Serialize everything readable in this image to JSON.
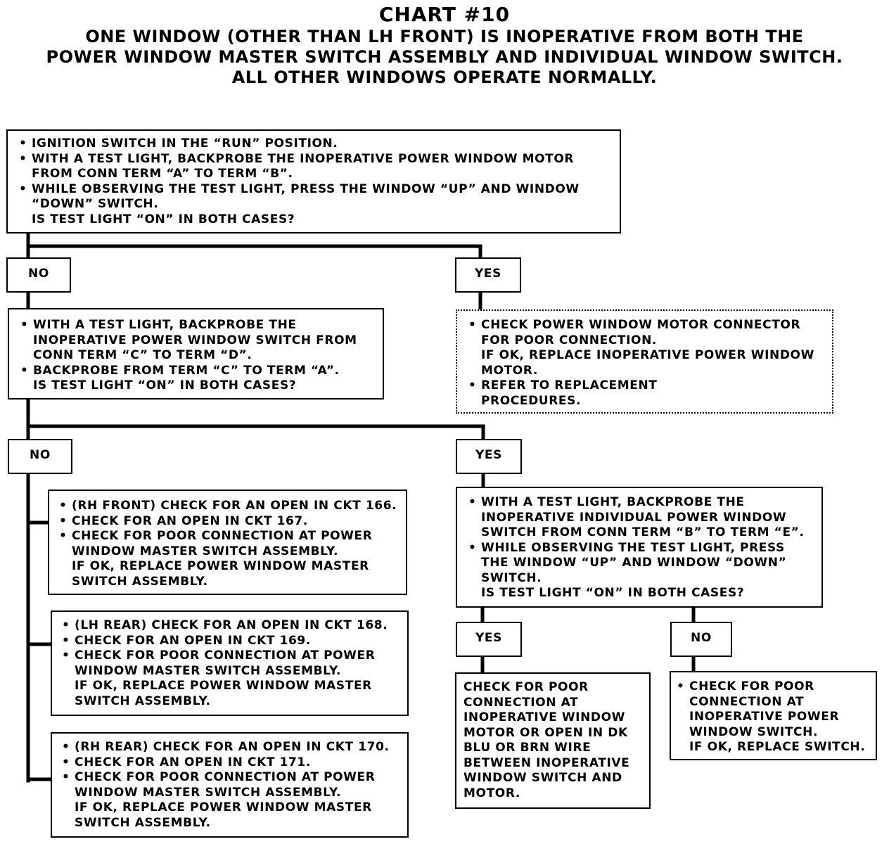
{
  "header": {
    "chart_no": "CHART #10",
    "subtitle_lines": [
      "ONE WINDOW (OTHER THAN LH FRONT) IS INOPERATIVE FROM BOTH THE",
      "POWER WINDOW MASTER SWITCH ASSEMBLY AND INDIVIDUAL WINDOW SWITCH.",
      "ALL OTHER WINDOWS OPERATE NORMALLY."
    ]
  },
  "bullet": "•",
  "labels": {
    "no": "NO",
    "yes": "YES"
  },
  "step1": {
    "lines": [
      {
        "b": true,
        "t": "IGNITION SWITCH IN THE “RUN” POSITION."
      },
      {
        "b": true,
        "t": "WITH A TEST LIGHT, BACKPROBE THE INOPERATIVE POWER WINDOW MOTOR"
      },
      {
        "b": false,
        "t": "FROM CONN TERM “A” TO TERM “B”."
      },
      {
        "b": true,
        "t": "WHILE OBSERVING THE TEST LIGHT, PRESS THE WINDOW “UP” AND WINDOW"
      },
      {
        "b": false,
        "t": "“DOWN” SWITCH."
      },
      {
        "b": false,
        "t": "IS TEST LIGHT “ON” IN BOTH CASES?"
      }
    ]
  },
  "step2": {
    "lines": [
      {
        "b": true,
        "t": "WITH A TEST LIGHT, BACKPROBE THE"
      },
      {
        "b": false,
        "t": "INOPERATIVE POWER WINDOW SWITCH FROM"
      },
      {
        "b": false,
        "t": "CONN TERM “C” TO TERM “D”."
      },
      {
        "b": true,
        "t": "BACKPROBE FROM TERM “C” TO TERM “A”."
      },
      {
        "b": false,
        "t": "IS TEST LIGHT “ON” IN BOTH CASES?"
      }
    ]
  },
  "motor_check": {
    "lines": [
      {
        "b": true,
        "t": "CHECK POWER WINDOW MOTOR CONNECTOR"
      },
      {
        "b": false,
        "t": "FOR POOR CONNECTION."
      },
      {
        "b": false,
        "t": "IF OK, REPLACE INOPERATIVE POWER WINDOW"
      },
      {
        "b": false,
        "t": "MOTOR."
      },
      {
        "b": true,
        "t": "REFER TO REPLACEMENT"
      },
      {
        "b": false,
        "t": "PROCEDURES."
      }
    ]
  },
  "rh_front": {
    "lines": [
      {
        "b": true,
        "t": "(RH FRONT) CHECK FOR AN OPEN IN CKT 166."
      },
      {
        "b": true,
        "t": "CHECK FOR AN OPEN IN CKT 167."
      },
      {
        "b": true,
        "t": "CHECK FOR POOR CONNECTION AT POWER"
      },
      {
        "b": false,
        "t": "WINDOW MASTER SWITCH ASSEMBLY."
      },
      {
        "b": false,
        "t": "IF OK, REPLACE POWER WINDOW MASTER"
      },
      {
        "b": false,
        "t": "SWITCH ASSEMBLY."
      }
    ]
  },
  "lh_rear": {
    "lines": [
      {
        "b": true,
        "t": "(LH REAR) CHECK FOR AN OPEN IN CKT 168."
      },
      {
        "b": true,
        "t": "CHECK FOR AN OPEN IN CKT 169."
      },
      {
        "b": true,
        "t": "CHECK FOR POOR CONNECTION AT POWER"
      },
      {
        "b": false,
        "t": "WINDOW MASTER SWITCH ASSEMBLY."
      },
      {
        "b": false,
        "t": "IF OK, REPLACE POWER WINDOW MASTER"
      },
      {
        "b": false,
        "t": "SWITCH ASSEMBLY."
      }
    ]
  },
  "rh_rear": {
    "lines": [
      {
        "b": true,
        "t": "(RH REAR) CHECK FOR AN OPEN IN CKT 170."
      },
      {
        "b": true,
        "t": "CHECK FOR AN OPEN IN CKT 171."
      },
      {
        "b": true,
        "t": "CHECK FOR POOR CONNECTION AT POWER"
      },
      {
        "b": false,
        "t": "WINDOW MASTER SWITCH ASSEMBLY."
      },
      {
        "b": false,
        "t": "IF OK, REPLACE POWER WINDOW MASTER"
      },
      {
        "b": false,
        "t": "SWITCH ASSEMBLY."
      }
    ]
  },
  "step3": {
    "lines": [
      {
        "b": true,
        "t": "WITH A TEST LIGHT, BACKPROBE THE"
      },
      {
        "b": false,
        "t": "INOPERATIVE INDIVIDUAL POWER WINDOW"
      },
      {
        "b": false,
        "t": "SWITCH FROM CONN TERM “B” TO TERM “E”."
      },
      {
        "b": true,
        "t": "WHILE OBSERVING THE TEST LIGHT, PRESS"
      },
      {
        "b": false,
        "t": "THE WINDOW “UP” AND WINDOW “DOWN”"
      },
      {
        "b": false,
        "t": "SWITCH."
      },
      {
        "b": false,
        "t": "IS TEST LIGHT “ON” IN BOTH CASES?"
      }
    ]
  },
  "wire_check": {
    "lines": [
      {
        "b": false,
        "t": "CHECK FOR POOR"
      },
      {
        "b": false,
        "t": "CONNECTION AT"
      },
      {
        "b": false,
        "t": "INOPERATIVE WINDOW"
      },
      {
        "b": false,
        "t": "MOTOR OR OPEN IN DK"
      },
      {
        "b": false,
        "t": "BLU OR BRN WIRE"
      },
      {
        "b": false,
        "t": "BETWEEN INOPERATIVE"
      },
      {
        "b": false,
        "t": "WINDOW SWITCH AND"
      },
      {
        "b": false,
        "t": "MOTOR."
      }
    ]
  },
  "switch_check": {
    "lines": [
      {
        "b": true,
        "t": "CHECK FOR POOR"
      },
      {
        "b": false,
        "t": "CONNECTION AT"
      },
      {
        "b": false,
        "t": "INOPERATIVE POWER"
      },
      {
        "b": false,
        "t": "WINDOW SWITCH."
      },
      {
        "b": false,
        "t": "IF OK, REPLACE SWITCH."
      }
    ]
  }
}
